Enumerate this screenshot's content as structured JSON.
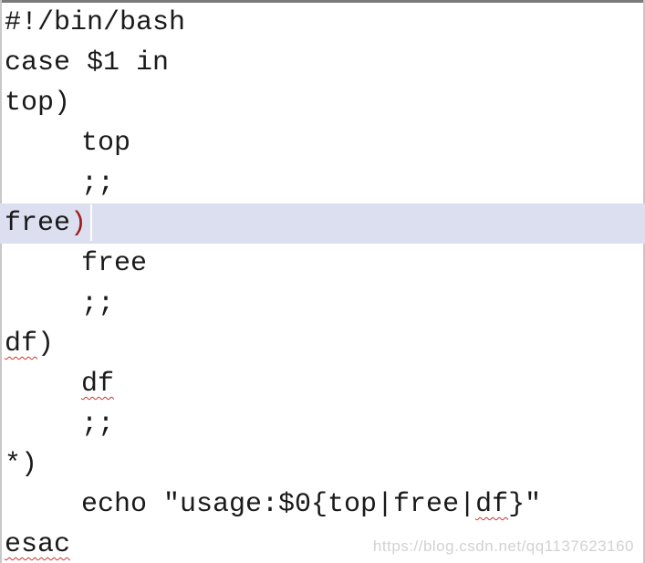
{
  "code_lines": [
    "#!/bin/bash",
    "case $1 in",
    "top)",
    "top",
    ";;",
    "free",
    ")",
    "free",
    ";;",
    "df",
    ")",
    "df",
    ";;",
    "*)",
    "echo \"usage:$0{top|free|",
    "df",
    "}\"",
    "esac"
  ],
  "watermark": "https://blog.csdn.net/qq1137623160",
  "colors": {
    "current_line_highlight": "#dcdff0",
    "spellcheck_underline": "#d23030",
    "text": "#1a1a1a",
    "top_border": "#7a7a7a"
  }
}
